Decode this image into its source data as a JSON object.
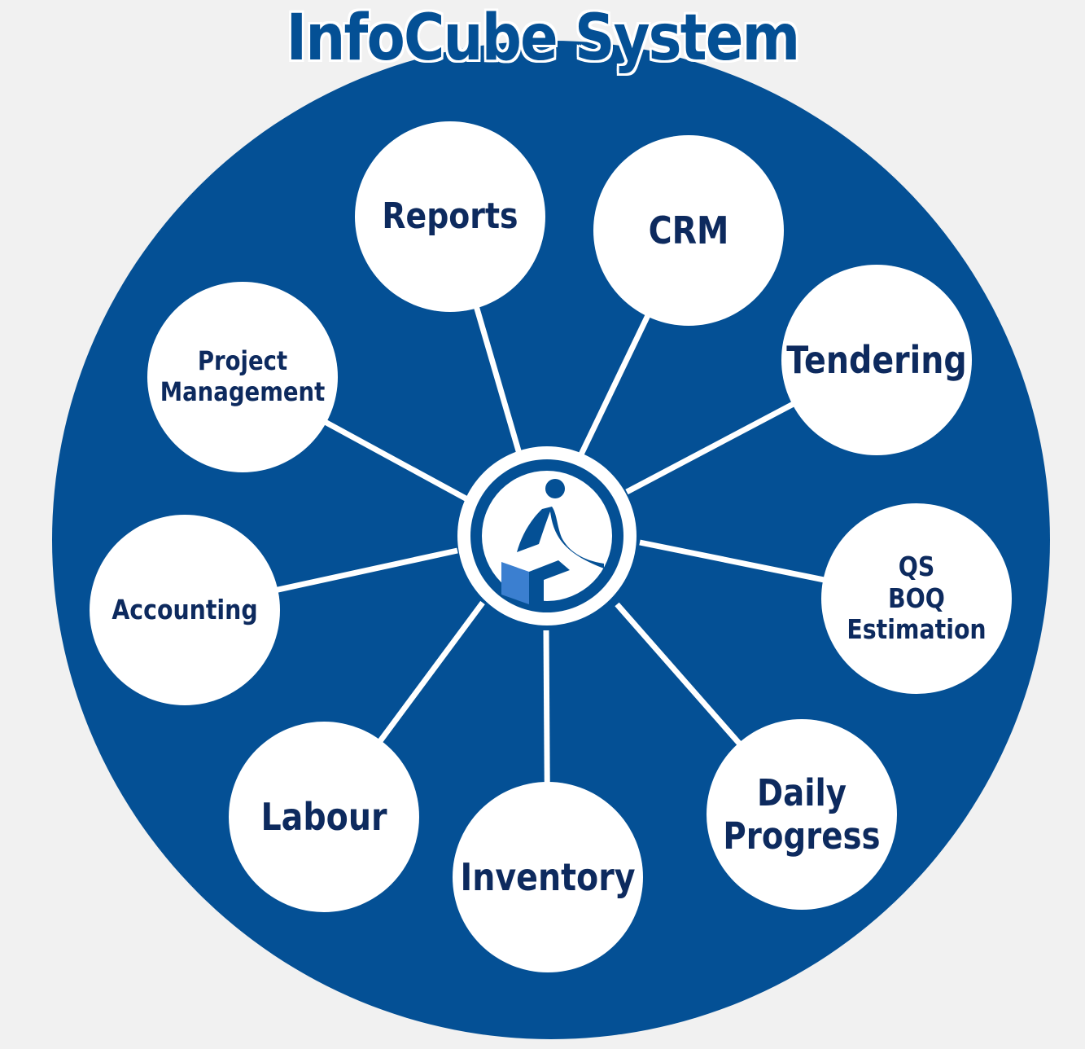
{
  "title": "InfoCube System",
  "colors": {
    "brand_blue": "#045095",
    "text_navy": "#0d2a5e",
    "node_fill": "#ffffff",
    "page_background": "#f1f1f1",
    "logo_light_blue": "#3b7fd0"
  },
  "center": {
    "icon": "infocube-logo-icon"
  },
  "nodes": [
    {
      "id": "reports",
      "label": "Reports"
    },
    {
      "id": "crm",
      "label": "CRM"
    },
    {
      "id": "tendering",
      "label": "Tendering"
    },
    {
      "id": "qs-boq-estimation",
      "label": "QS\nBOQ\nEstimation"
    },
    {
      "id": "daily-progress",
      "label": "Daily\nProgress"
    },
    {
      "id": "inventory",
      "label": "Inventory"
    },
    {
      "id": "labour",
      "label": "Labour"
    },
    {
      "id": "accounting",
      "label": "Accounting"
    },
    {
      "id": "project-management",
      "label": "Project\nManagement"
    }
  ]
}
